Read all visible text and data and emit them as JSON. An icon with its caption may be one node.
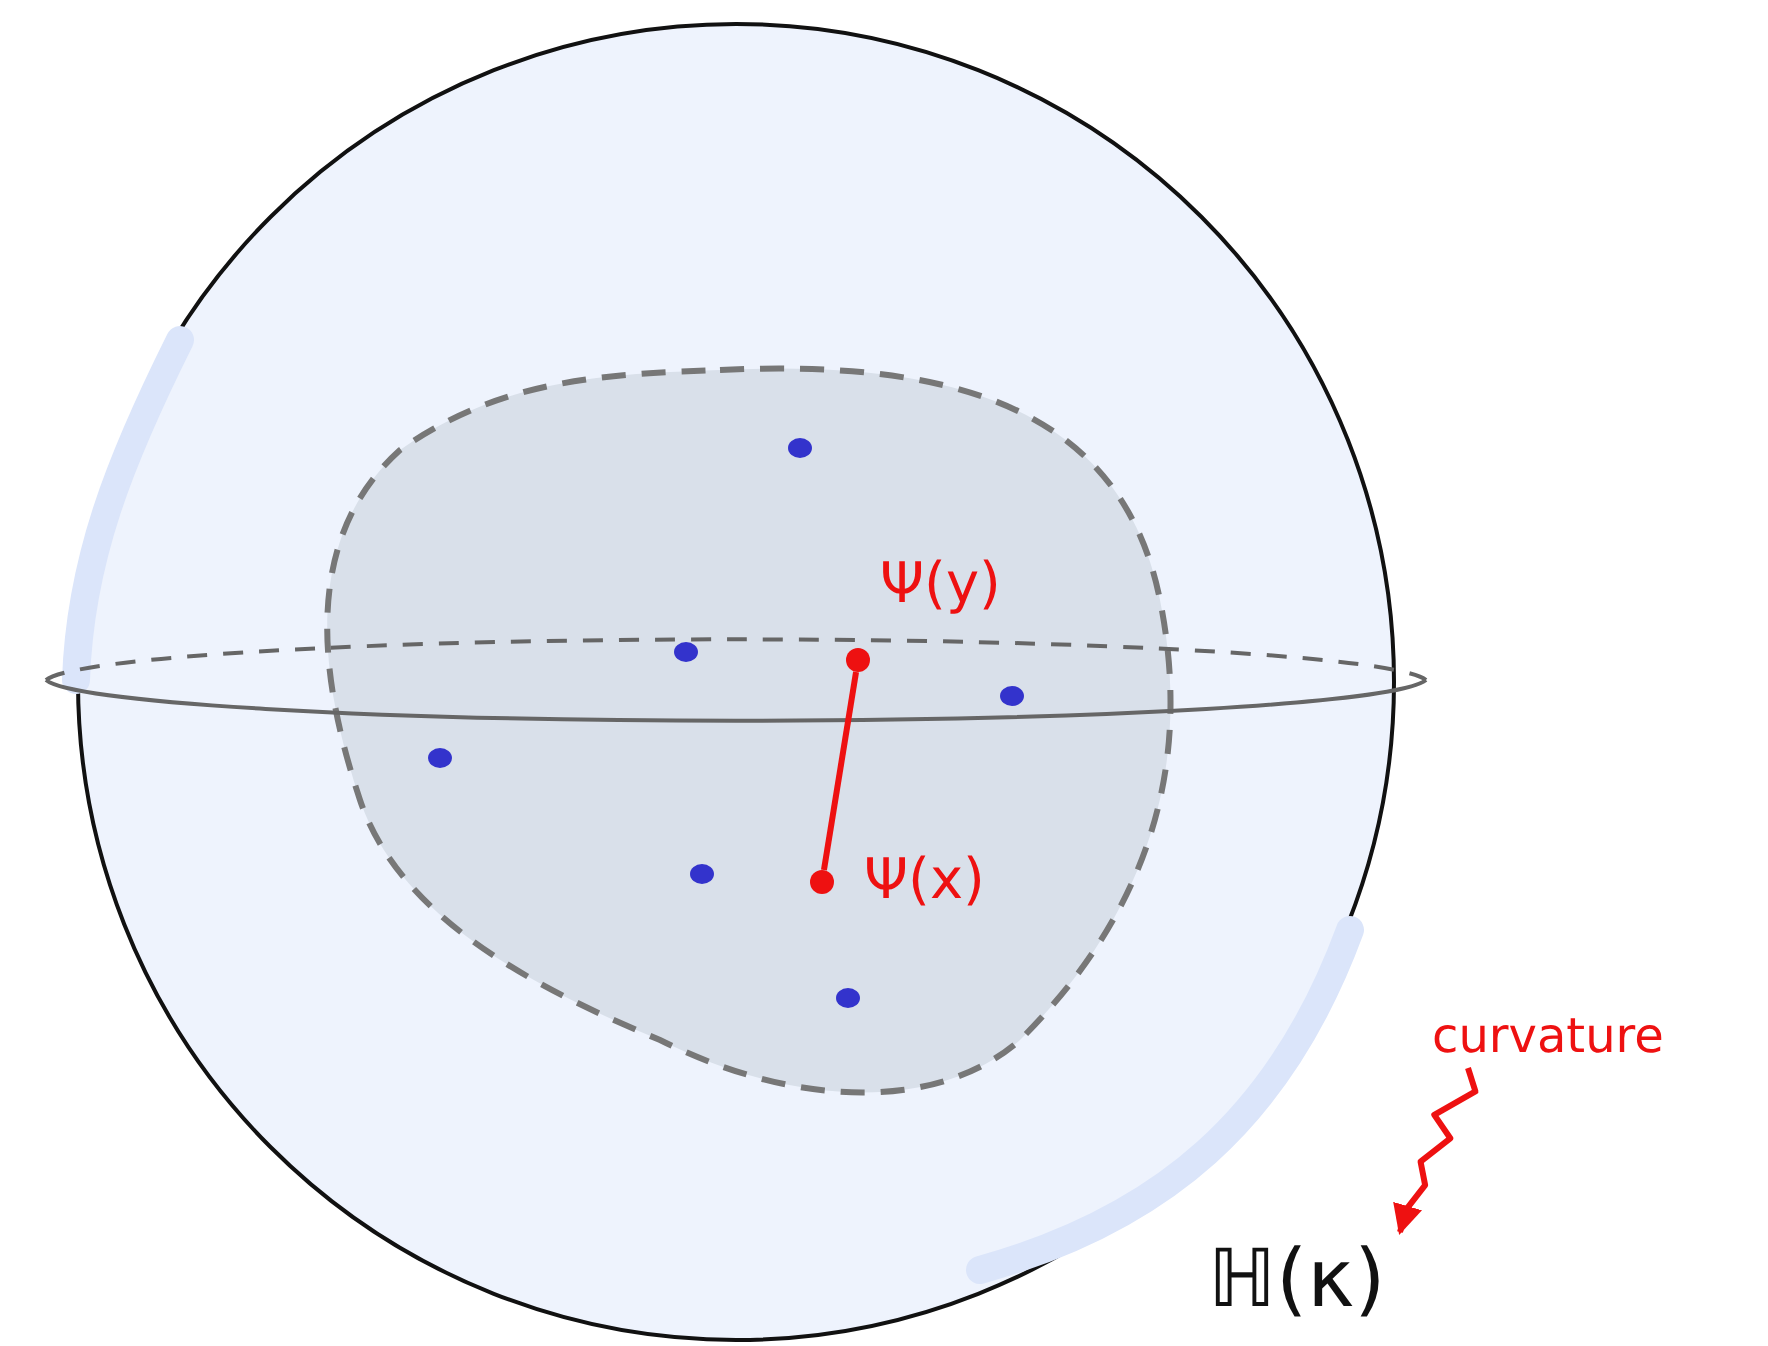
{
  "diagram": {
    "nodes": [
      {
        "text": [],
        "shape": "circle",
        "beside": [
          "Ψ(y)"
        ]
      },
      {
        "text": [],
        "shape": "circle",
        "beside": [
          "Ψ(x)"
        ]
      },
      {
        "text": [
          "curvature"
        ]
      },
      {
        "text": [
          "ℍ(κ)"
        ]
      }
    ],
    "edges": [
      {
        "from": 0,
        "to": 1,
        "arrow": "none"
      },
      {
        "from": 2,
        "to": 3,
        "arrow": "to"
      }
    ]
  }
}
